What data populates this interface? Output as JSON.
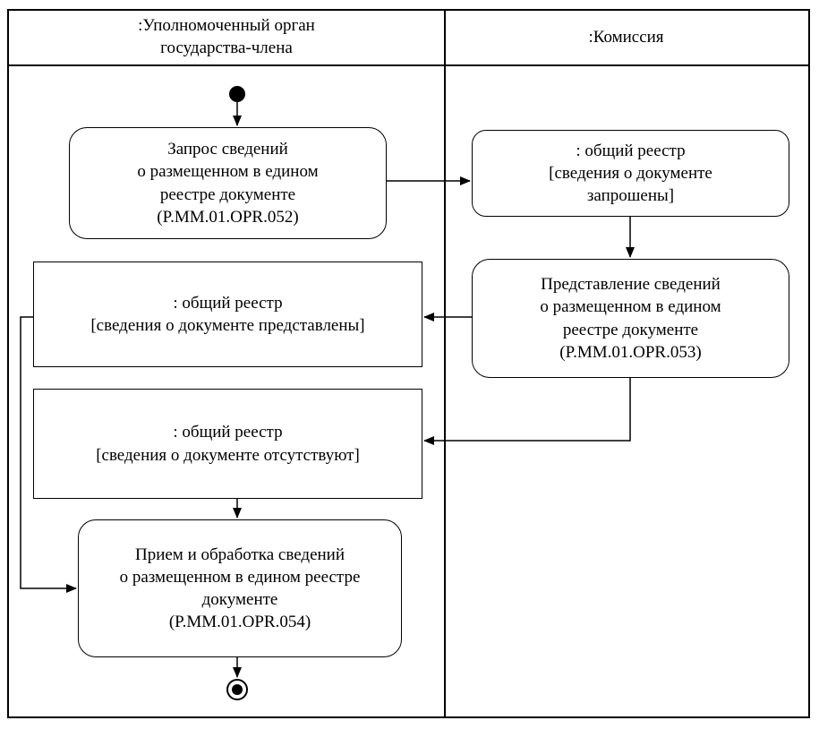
{
  "diagram": {
    "lanes": {
      "left_title": ":Уполномоченный орган\nгосударства-члена",
      "right_title": ":Комиссия"
    },
    "nodes": {
      "request": "Запрос сведений\nо размещенном в едином\nреестре документе\n(P.MM.01.OPR.052)",
      "registry_requested": ": общий реестр\n[сведения о документе\nзапрошены]",
      "provide": "Представление сведений\nо размещенном в едином\nреестре документе\n(P.MM.01.OPR.053)",
      "registry_provided": ": общий реестр\n[сведения о документе представлены]",
      "registry_absent": ": общий реестр\n[сведения о документе отсутствуют]",
      "receive": "Прием и обработка сведений\nо размещенном в едином реестре\nдокументе\n(P.MM.01.OPR.054)"
    },
    "colors": {
      "line": "#000000",
      "background": "#ffffff"
    }
  }
}
